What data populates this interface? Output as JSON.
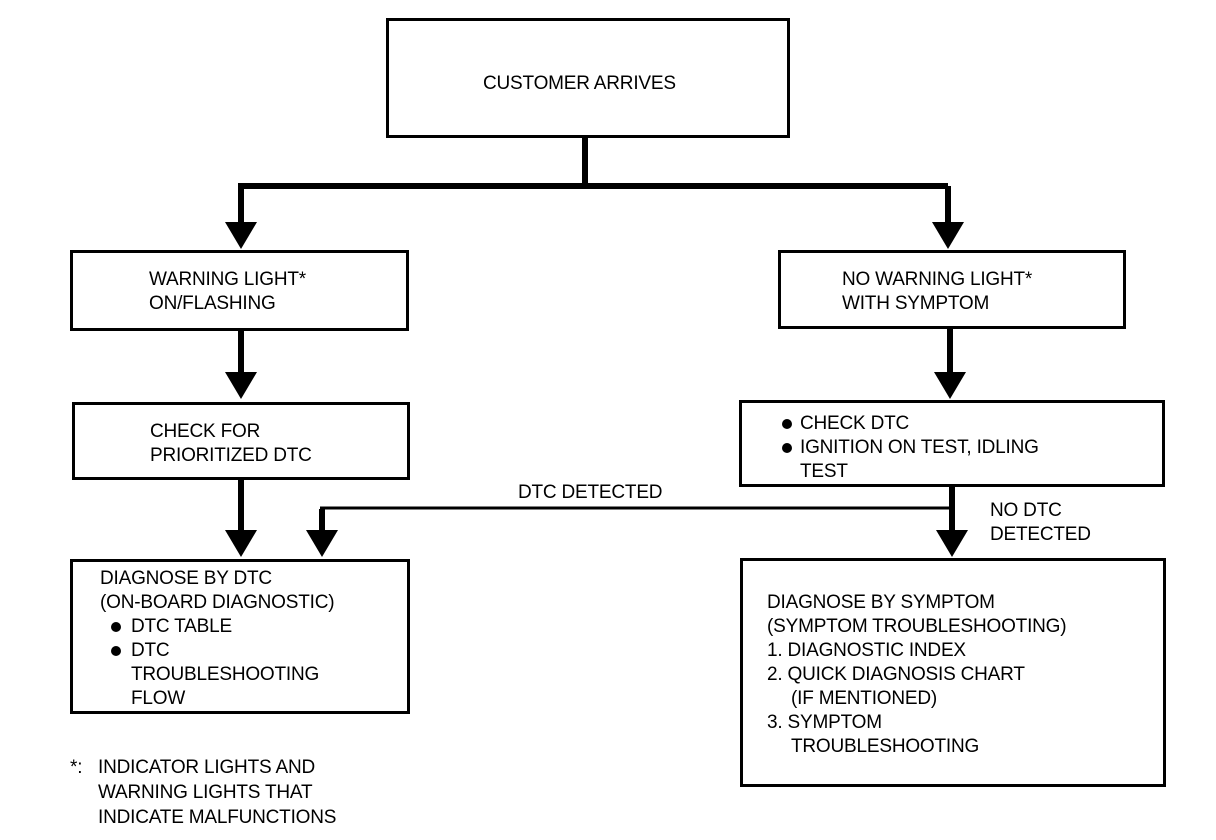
{
  "nodes": {
    "customer_arrives": "CUSTOMER ARRIVES",
    "warning_light": [
      "WARNING LIGHT*",
      "ON/FLASHING"
    ],
    "no_warning_light": [
      "NO WARNING LIGHT*",
      "WITH SYMPTOM"
    ],
    "check_prioritized": [
      "CHECK FOR",
      "PRIORITIZED DTC"
    ],
    "check_dtc": {
      "items": [
        "CHECK DTC",
        "IGNITION ON TEST, IDLING",
        "TEST"
      ]
    },
    "diagnose_dtc": {
      "title": [
        "DIAGNOSE BY DTC",
        "(ON-BOARD DIAGNOSTIC)"
      ],
      "items": [
        "DTC TABLE",
        "DTC",
        "TROUBLESHOOTING",
        "FLOW"
      ]
    },
    "diagnose_symptom": {
      "title": [
        "DIAGNOSE BY SYMPTOM",
        "(SYMPTOM TROUBLESHOOTING)"
      ],
      "items": [
        "1. DIAGNOSTIC INDEX",
        "2. QUICK DIAGNOSIS CHART",
        "(IF MENTIONED)",
        "3. SYMPTOM",
        "TROUBLESHOOTING"
      ]
    }
  },
  "edge_labels": {
    "dtc_detected": "DTC DETECTED",
    "no_dtc_detected": [
      "NO DTC",
      "DETECTED"
    ]
  },
  "footnote": {
    "marker": "*:",
    "lines": [
      "INDICATOR LIGHTS AND",
      "WARNING LIGHTS THAT",
      "INDICATE MALFUNCTIONS"
    ]
  }
}
